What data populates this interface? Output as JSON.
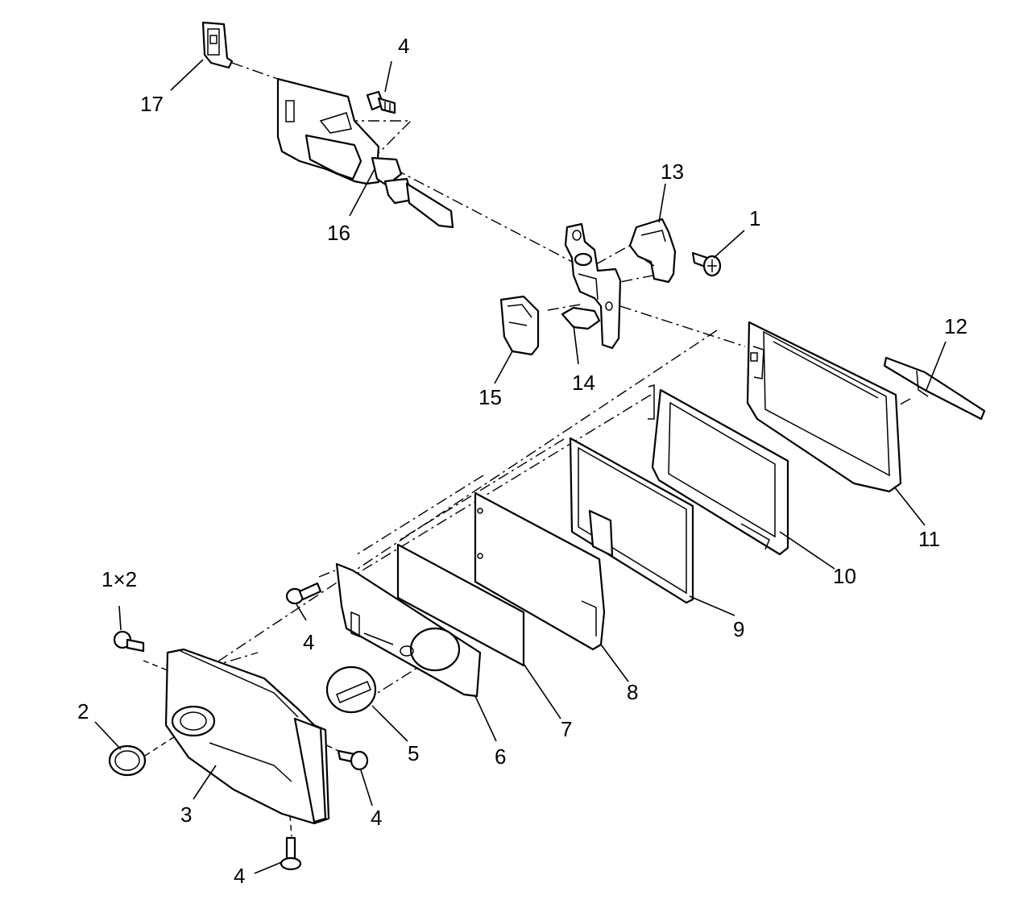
{
  "callouts": {
    "p1": "1",
    "p1x2": "1×2",
    "p2": "2",
    "p3": "3",
    "p4a": "4",
    "p4b": "4",
    "p4c": "4",
    "p4d": "4",
    "p5": "5",
    "p6": "6",
    "p7": "7",
    "p8": "8",
    "p9": "9",
    "p10": "10",
    "p11": "11",
    "p12": "12",
    "p13": "13",
    "p14": "14",
    "p15": "15",
    "p16": "16",
    "p17": "17"
  }
}
